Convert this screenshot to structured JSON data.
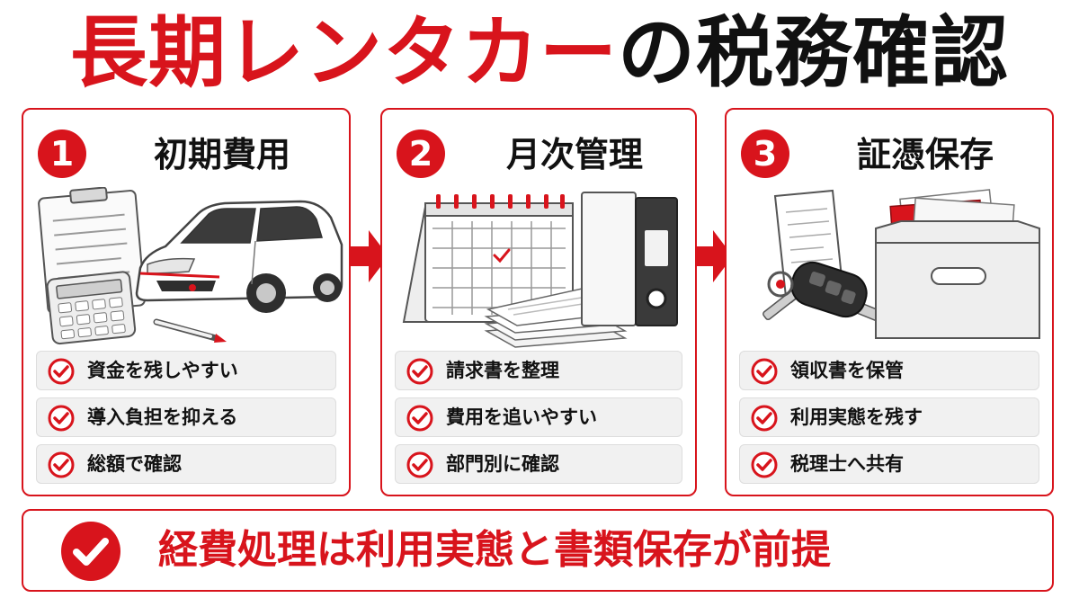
{
  "title": {
    "part1": "長期レンタカー",
    "part2": "の税務確認"
  },
  "steps": [
    {
      "number": "1",
      "heading": "初期費用",
      "items": [
        "資金を残しやすい",
        "導入負担を抑える",
        "総額で確認"
      ]
    },
    {
      "number": "2",
      "heading": "月次管理",
      "items": [
        "請求書を整理",
        "費用を追いやすい",
        "部門別に確認"
      ]
    },
    {
      "number": "3",
      "heading": "証憑保存",
      "items": [
        "領収書を保管",
        "利用実態を残す",
        "税理士へ共有"
      ]
    }
  ],
  "footer": {
    "text": "経費処理は利用実態と書類保存が前提"
  },
  "colors": {
    "accent": "#d8141c",
    "text": "#111111",
    "item_bg": "#f1f1f1"
  },
  "icons": [
    "check-circle-icon",
    "arrow-right-icon",
    "clipboard-icon",
    "car-icon",
    "calculator-icon",
    "pen-icon",
    "calendar-icon",
    "binder-icon",
    "document-stack-icon",
    "receipt-icon",
    "car-key-icon",
    "storage-box-icon"
  ]
}
